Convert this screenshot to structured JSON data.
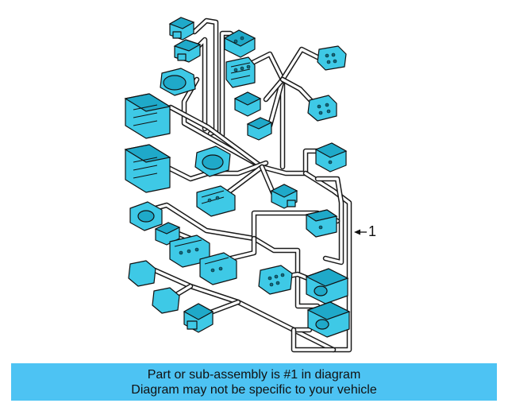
{
  "callout": {
    "label": "1"
  },
  "footer": {
    "line1": "Part or sub-assembly is #1 in diagram",
    "line2": "Diagram may not be specific to your vehicle"
  },
  "colors": {
    "connector": "#3ec9e6",
    "footer_bg": "#4dc3f3",
    "wire_outline": "#1a1a1a"
  }
}
